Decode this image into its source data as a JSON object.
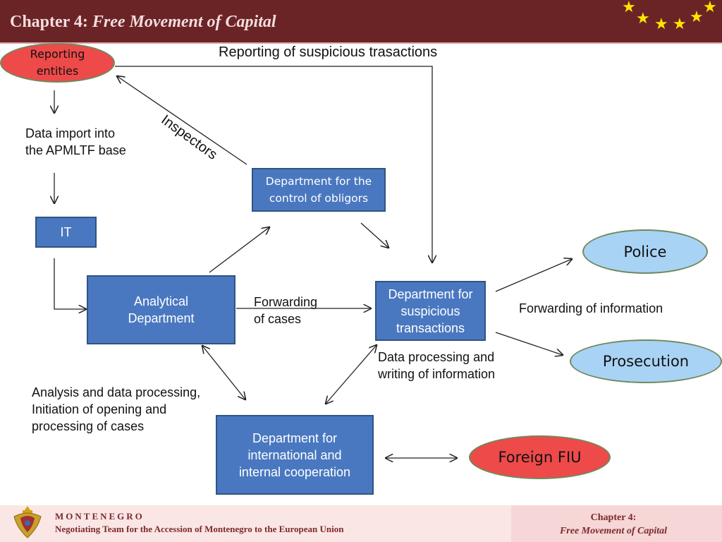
{
  "header": {
    "chapter": "Chapter 4:",
    "subject": "Free Movement of Capital"
  },
  "nodes": {
    "reporting_entities": "Reporting\nentities",
    "control_dept": "Department for the\ncontrol of obligors",
    "it": "IT",
    "analytical": "Analytical\nDepartment",
    "suspicious_dept": "Department for\nsuspicious\ntransactions",
    "international": "Department for\ninternational and\ninternal cooperation",
    "police": "Police",
    "prosecution": "Prosecution",
    "foreign_fiu": "Foreign FIU"
  },
  "labels": {
    "reporting_suspicious": "Reporting of suspicious trasactions",
    "inspectors": "Inspectors",
    "data_import": "Data import into\nthe APMLTF base",
    "forwarding_cases": "Forwarding\n of cases",
    "forwarding_info": "Forwarding of information",
    "data_processing": "Data processing and\nwriting of information",
    "analysis": "Analysis and data processing,\nInitiation of opening and\nprocessing of cases"
  },
  "footer": {
    "country": "MONTENEGRO",
    "team": "Negotiating Team for the Accession of  Montenegro to the European Union",
    "chapter": "Chapter 4:",
    "subject": "Free Movement of Capital"
  },
  "colors": {
    "header": "#6b2426",
    "box": "#4a78c0",
    "ellipse_red": "#ee4a4a",
    "ellipse_blue": "#a9d3f5",
    "stars": "#ffe600"
  }
}
